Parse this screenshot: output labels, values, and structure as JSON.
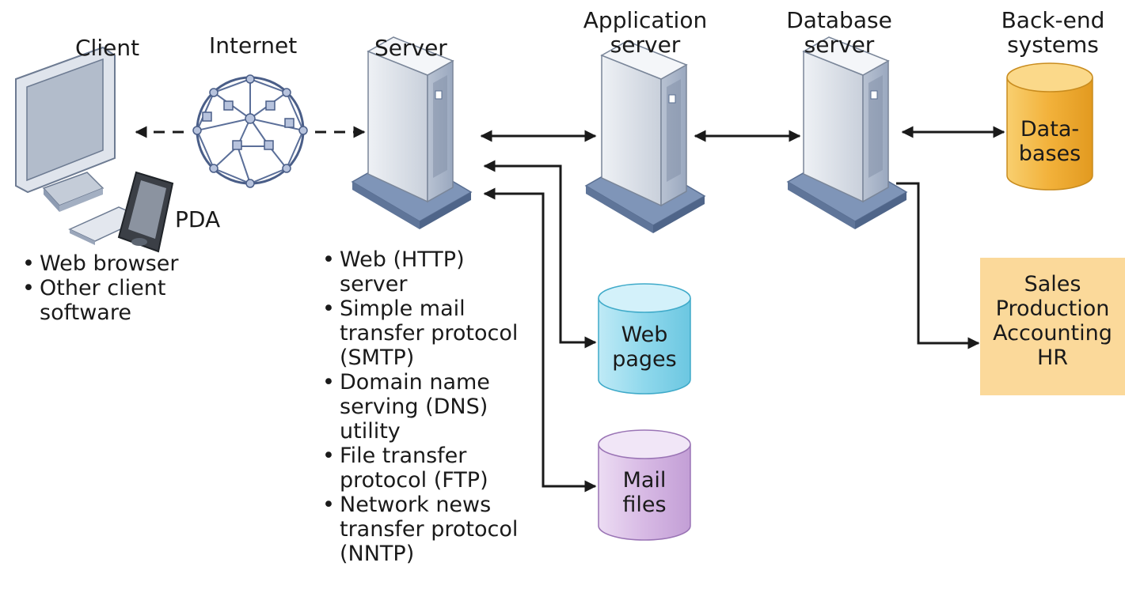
{
  "nodes": {
    "client": "Client",
    "internet": "Internet",
    "server": "Server",
    "app_server": [
      "Application",
      "server"
    ],
    "db_server": [
      "Database",
      "server"
    ],
    "backend": [
      "Back-end",
      "systems"
    ],
    "pda": "PDA"
  },
  "client_features": [
    "Web browser",
    "Other client\nsoftware"
  ],
  "server_services": [
    "Web (HTTP)\nserver",
    "Simple mail\ntransfer protocol\n(SMTP)",
    "Domain name\nserving (DNS)\nutility",
    "File transfer\nprotocol (FTP)",
    "Network news\ntransfer protocol\n(NNTP)"
  ],
  "stores": {
    "databases": [
      "Data-",
      "bases"
    ],
    "web_pages": [
      "Web",
      "pages"
    ],
    "mail_files": [
      "Mail",
      "files"
    ]
  },
  "backend_box": [
    "Sales",
    "Production",
    "Accounting",
    "HR"
  ],
  "colors": {
    "server_body": "#d7dde6",
    "server_base": "#7f95b8",
    "databases": "#f2b13a",
    "web_pages": "#8fd8ec",
    "mail_files": "#d7b9e4",
    "backend_box": "#fbd99a",
    "line": "#1a1a1a"
  }
}
